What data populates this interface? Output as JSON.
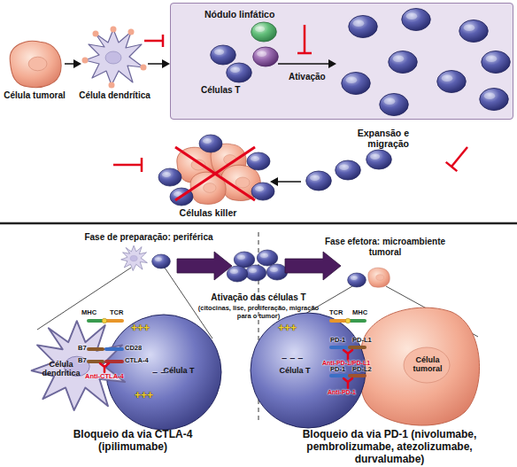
{
  "diagram": {
    "nodes": [
      {
        "text": [
          "Célula tumoral"
        ]
      },
      {
        "text": [
          "Célula dendrítica"
        ]
      },
      {
        "text": [
          "Nódulo linfático"
        ]
      },
      {
        "text": [
          "Expansão e migração"
        ]
      },
      {
        "text": [
          "Células killer"
        ]
      },
      {
        "text": [
          "Fase de preparação: periférica"
        ]
      },
      {
        "text": [
          "Ativação das células T",
          "(citocinas, lise, proliferação, migração para o tumor)"
        ]
      },
      {
        "text": [
          "Fase efetora: microambiente tumoral"
        ]
      },
      {
        "text": [
          "Célula dendrítica"
        ]
      },
      {
        "text": [
          "Célula T"
        ]
      },
      {
        "text": [
          "Célula T"
        ]
      },
      {
        "text": [
          "Célula tumoral"
        ]
      }
    ],
    "edges": [
      {
        "from": 0,
        "to": 1,
        "arrow": "to"
      },
      {
        "from": 1,
        "to": 2,
        "arrow": "to"
      },
      {
        "from": 3,
        "to": 4,
        "arrow": "to"
      },
      {
        "from": 5,
        "to": 6,
        "arrow": "to"
      },
      {
        "from": 6,
        "to": 7,
        "arrow": "to"
      }
    ],
    "labels": [
      "Células T",
      "Ativação",
      "MHC",
      "TCR",
      "B7",
      "CD28",
      "B7",
      "CTLA-4",
      "Anti-CTLA-4",
      "+++",
      "+++",
      "– –",
      "+++",
      "TCR",
      "MHC",
      "PD-1",
      "PD-L1",
      "Anti-PD-1/PD-L1",
      "PD-1",
      "PD-L2",
      "Anti-PD-1",
      "– – –",
      "Bloqueio da via CTLA-4 (ipilimumabe)",
      "Bloqueio da via PD-1 (nivolumabe, pembrolizumabe, atezolizumabe, durvalumabe)"
    ]
  }
}
